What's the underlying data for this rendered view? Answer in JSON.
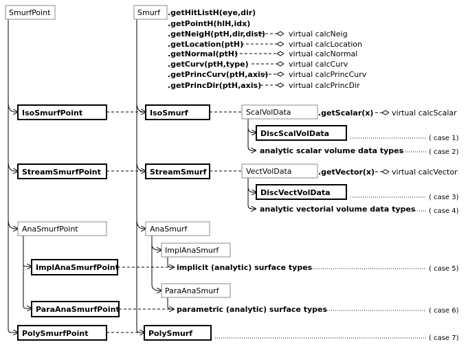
{
  "classes": {
    "smurf_point": "SmurfPoint",
    "smurf": "Smurf",
    "iso_smurf_point": "IsoSmurfPoint",
    "iso_smurf": "IsoSmurf",
    "scal_vol_data": "ScalVolData",
    "disc_scal_vol_data": "DiscScalVolData",
    "stream_smurf_point": "StreamSmurfPoint",
    "stream_smurf": "StreamSmurf",
    "vect_vol_data": "VectVolData",
    "disc_vect_vol_data": "DiscVectVolData",
    "ana_smurf_point": "AnaSmurfPoint",
    "ana_smurf": "AnaSmurf",
    "impl_ana_smurf": "ImplAnaSmurf",
    "impl_ana_smurf_point": "ImplAnaSmurfPoint",
    "para_ana_smurf": "ParaAnaSmurf",
    "para_ana_smurf_point": "ParaAnaSmurfPoint",
    "poly_smurf_point": "PolySmurfPoint",
    "poly_smurf": "PolySmurf"
  },
  "smurf_methods": [
    {
      "name": ".getHitListH(eye,dir)",
      "virtual": ""
    },
    {
      "name": ".getPointH(hlH,idx)",
      "virtual": ""
    },
    {
      "name": ".getNeigH(ptH,dir,dist)",
      "virtual": "virtual calcNeig"
    },
    {
      "name": ".getLocation(ptH)",
      "virtual": "virtual calcLocation"
    },
    {
      "name": ".getNormal(ptH)",
      "virtual": "virtual calcNormal"
    },
    {
      "name": ".getCurv(ptH,type)",
      "virtual": "virtual calcCurv"
    },
    {
      "name": ".getPrincCurv(ptH,axis)",
      "virtual": "virtual calcPrincCurv"
    },
    {
      "name": ".getPrincDir(ptH,axis)",
      "virtual": "virtual calcPrincDir"
    }
  ],
  "scalar": {
    "method": ".getScalar(x)",
    "virtual": "virtual calcScalar",
    "analytic": "analytic scalar volume data types"
  },
  "vector": {
    "method": ".getVector(x)",
    "virtual": "virtual calcVector",
    "analytic": "analytic vectorial volume data types"
  },
  "surface_types": {
    "implicit": "implicit (analytic) surface types",
    "parametric": "parametric (analytic) surface types"
  },
  "cases": [
    "( case 1)",
    "( case 2)",
    "( case 3)",
    "( case 4)",
    "( case 5)",
    "( case 6)",
    "( case 7)"
  ]
}
